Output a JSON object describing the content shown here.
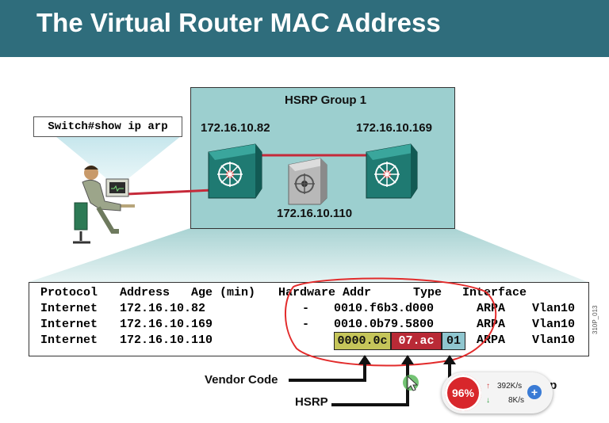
{
  "title": "The Virtual Router MAC Address",
  "command": "Switch#show ip arp",
  "group": {
    "name": "HSRP Group 1",
    "left_ip": "172.16.10.82",
    "right_ip": "172.16.10.169",
    "virtual_ip": "172.16.10.110"
  },
  "arp": {
    "header": {
      "protocol": "Protocol",
      "address": "Address",
      "age": "Age (min)",
      "hw": "Hardware Addr",
      "type": "Type",
      "iface": "Interface"
    },
    "rows": [
      {
        "protocol": "Internet",
        "address": "172.16.10.82",
        "age": "-",
        "hw": "0010.f6b3.d000",
        "type": "ARPA",
        "iface": "Vlan10"
      },
      {
        "protocol": "Internet",
        "address": "172.16.10.169",
        "age": "-",
        "hw": "0010.0b79.5800",
        "type": "ARPA",
        "iface": "Vlan10"
      },
      {
        "protocol": "Internet",
        "address": "172.16.10.110",
        "age": "",
        "hw": "",
        "type": "ARPA",
        "iface": "Vlan10"
      }
    ],
    "mac_segments": {
      "vendor": "0000.0c",
      "hsrp": "07.ac",
      "group": "01"
    }
  },
  "labels": {
    "vendor": "Vendor Code",
    "hsrp": "HSRP",
    "group_partial": "up"
  },
  "widget": {
    "percent": "96%",
    "up": "392K/s",
    "down": "8K/s",
    "plus": "+"
  },
  "side_code": "310P_013",
  "colors": {
    "title_bg": "#2f6d7c",
    "group_bg": "#9ccfcf",
    "vendor": "#c5c55a",
    "hsrp": "#b92a36",
    "group": "#8fc6cf",
    "annotation": "#e22b2b"
  }
}
